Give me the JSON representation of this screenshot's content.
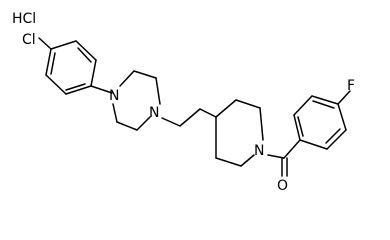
{
  "structure": {
    "salt": "HCl",
    "atoms": {
      "chlorine": "Cl",
      "piperazine_n1": "N",
      "piperazine_n2": "N",
      "piperidine_n": "N",
      "fluorine": "F",
      "carbonyl_o": "O"
    }
  },
  "colors": {
    "bond": "#000000",
    "background": "#ffffff"
  }
}
